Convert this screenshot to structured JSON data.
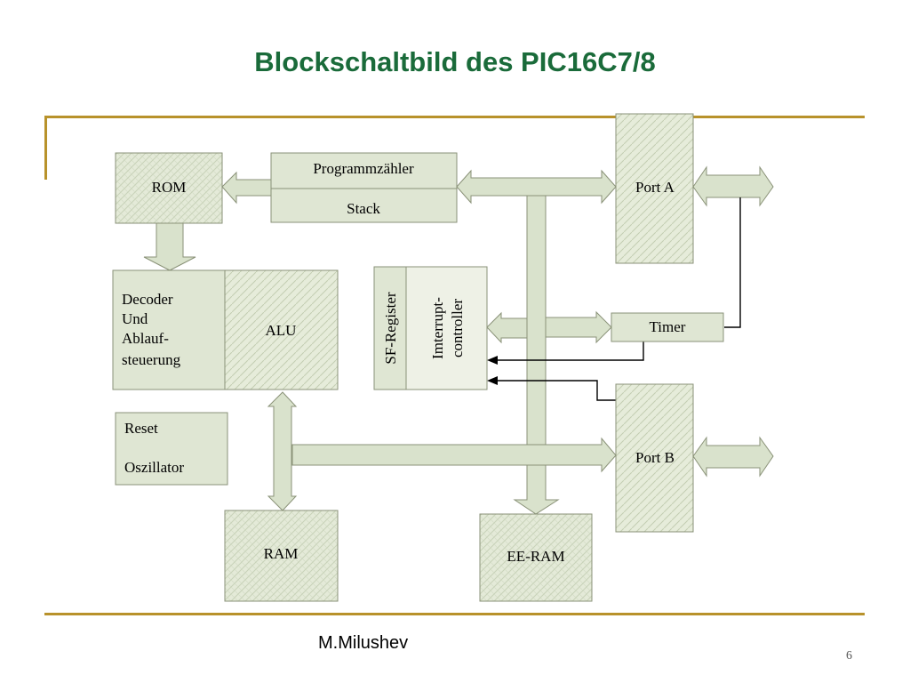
{
  "title": "Blockschaltbild des PIC16C7/8",
  "footer": {
    "author": "M.Milushev",
    "page": "6"
  },
  "blocks": {
    "rom": "ROM",
    "program_counter": "Programmzähler",
    "stack": "Stack",
    "port_a": "Port A",
    "decoder": [
      "Decoder",
      "Und",
      "Ablauf-",
      "steuerung"
    ],
    "alu": "ALU",
    "sf_register": "SF-Register",
    "interrupt_controller": [
      "Imterrupt-",
      "controller"
    ],
    "timer": "Timer",
    "reset_osc": [
      "Reset",
      "Oszillator"
    ],
    "port_b": "Port B",
    "ram": "RAM",
    "ee_ram": "EE-RAM"
  }
}
